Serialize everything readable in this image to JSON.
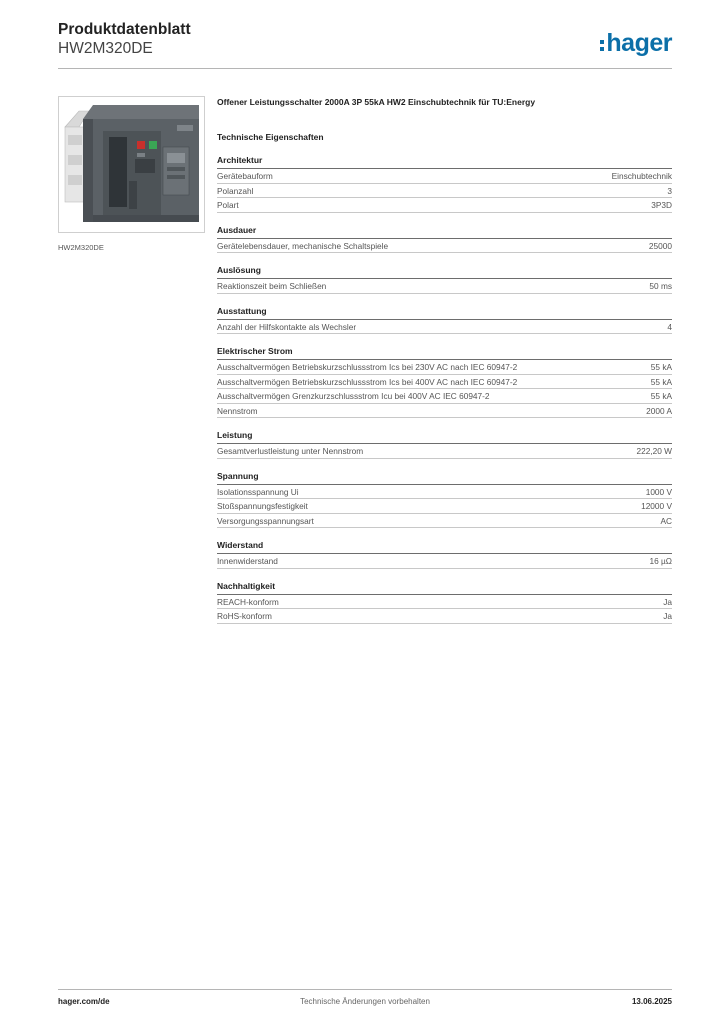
{
  "header": {
    "title": "Produktdatenblatt",
    "subtitle": "HW2M320DE",
    "logo_text": "hager",
    "logo_color": "#0b6fa8"
  },
  "product": {
    "image_caption": "HW2M320DE",
    "description": "Offener Leistungsschalter 2000A 3P 55kA HW2 Einschubtechnik für TU:Energy"
  },
  "tech": {
    "title": "Technische Eigenschaften",
    "sections": [
      {
        "name": "Architektur",
        "rows": [
          {
            "label": "Gerätebauform",
            "value": "Einschubtechnik"
          },
          {
            "label": "Polanzahl",
            "value": "3"
          },
          {
            "label": "Polart",
            "value": "3P3D"
          }
        ]
      },
      {
        "name": "Ausdauer",
        "rows": [
          {
            "label": "Gerätelebensdauer, mechanische Schaltspiele",
            "value": "25000"
          }
        ]
      },
      {
        "name": "Auslösung",
        "rows": [
          {
            "label": "Reaktionszeit beim Schließen",
            "value": "50 ms"
          }
        ]
      },
      {
        "name": "Ausstattung",
        "rows": [
          {
            "label": "Anzahl der Hilfskontakte als Wechsler",
            "value": "4"
          }
        ]
      },
      {
        "name": "Elektrischer Strom",
        "rows": [
          {
            "label": "Ausschaltvermögen Betriebskurzschlussstrom Ics bei 230V AC nach IEC 60947-2",
            "value": "55 kA"
          },
          {
            "label": "Ausschaltvermögen Betriebskurzschlussstrom Ics bei 400V AC nach IEC 60947-2",
            "value": "55 kA"
          },
          {
            "label": "Ausschaltvermögen Grenzkurzschlussstrom Icu bei 400V AC IEC 60947-2",
            "value": "55 kA"
          },
          {
            "label": "Nennstrom",
            "value": "2000 A"
          }
        ]
      },
      {
        "name": "Leistung",
        "rows": [
          {
            "label": "Gesamtverlustleistung unter Nennstrom",
            "value": "222,20 W"
          }
        ]
      },
      {
        "name": "Spannung",
        "rows": [
          {
            "label": "Isolationsspannung Ui",
            "value": "1000 V"
          },
          {
            "label": "Stoßspannungsfestigkeit",
            "value": "12000 V"
          },
          {
            "label": "Versorgungsspannungsart",
            "value": "AC"
          }
        ]
      },
      {
        "name": "Widerstand",
        "rows": [
          {
            "label": "Innenwiderstand",
            "value": "16 µΩ"
          }
        ]
      },
      {
        "name": "Nachhaltigkeit",
        "rows": [
          {
            "label": "REACH-konform",
            "value": "Ja"
          },
          {
            "label": "RoHS-konform",
            "value": "Ja"
          }
        ]
      }
    ]
  },
  "footer": {
    "left": "hager.com/de",
    "center": "Technische Änderungen vorbehalten",
    "right": "13.06.2025"
  }
}
